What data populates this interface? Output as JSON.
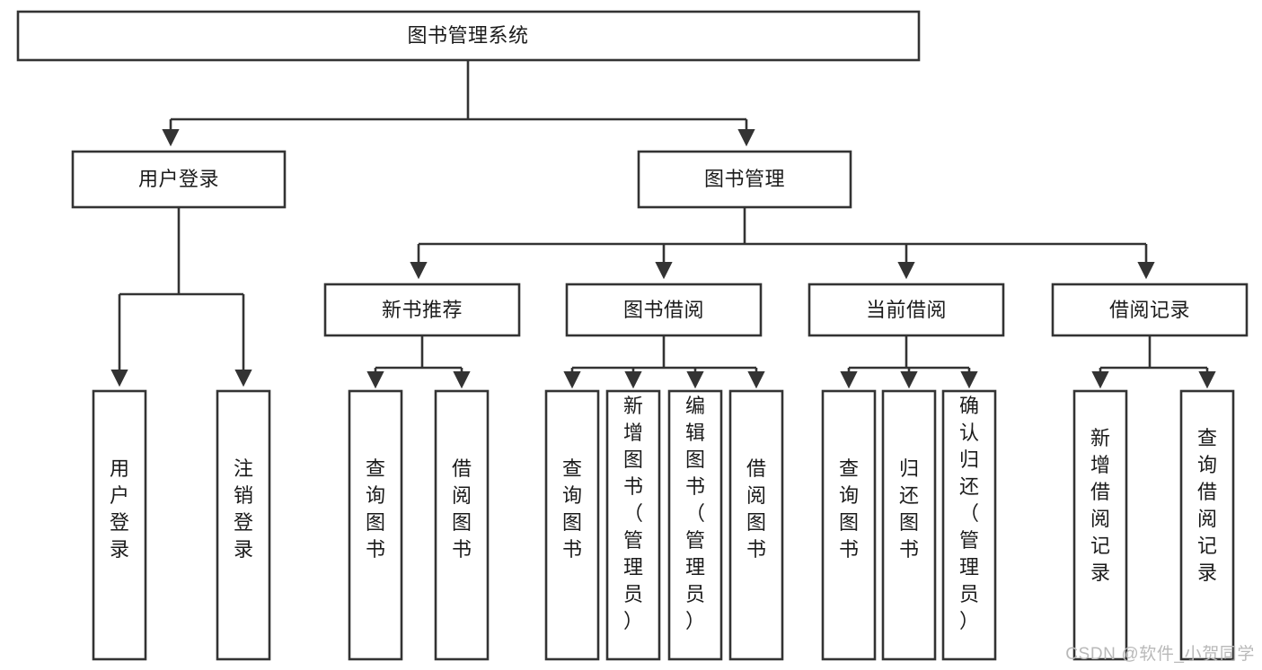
{
  "diagram": {
    "title": "图书管理系统",
    "type": "tree-hierarchy",
    "watermark": "CSDN @软件_小贺同学",
    "colors": {
      "stroke": "#333333",
      "fill": "#ffffff",
      "text": "#1b1b1b",
      "watermark": "#b9b9b9"
    },
    "root": {
      "label": "图书管理系统"
    },
    "level2": [
      {
        "label": "用户登录"
      },
      {
        "label": "图书管理"
      }
    ],
    "level3": [
      {
        "label": "新书推荐"
      },
      {
        "label": "图书借阅"
      },
      {
        "label": "当前借阅"
      },
      {
        "label": "借阅记录"
      }
    ],
    "leaves": {
      "user_login": [
        {
          "label": "用户登录"
        },
        {
          "label": "注销登录"
        }
      ],
      "new_book": [
        {
          "label": "查询图书"
        },
        {
          "label": "借阅图书"
        }
      ],
      "book_borrow": [
        {
          "label": "查询图书"
        },
        {
          "label": "新增图书（管理员）"
        },
        {
          "label": "编辑图书（管理员）"
        },
        {
          "label": "借阅图书"
        }
      ],
      "current_borrow": [
        {
          "label": "查询图书"
        },
        {
          "label": "归还图书"
        },
        {
          "label": "确认归还（管理员）"
        }
      ],
      "borrow_record": [
        {
          "label": "新增借阅记录"
        },
        {
          "label": "查询借阅记录"
        }
      ]
    }
  }
}
